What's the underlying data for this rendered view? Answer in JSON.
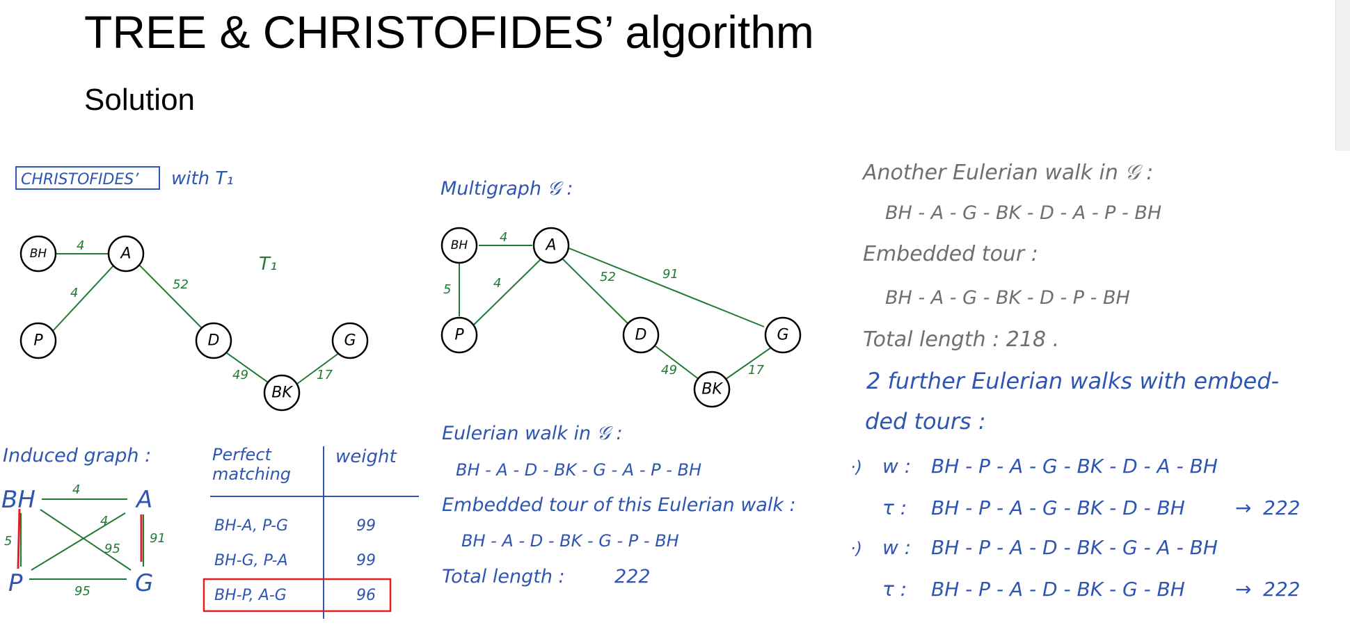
{
  "slide": {
    "title": "TREE & CHRISTOFIDES’ algorithm",
    "subtitle": "Solution"
  },
  "colors": {
    "blue": "#2f55b3",
    "green": "#1f7a32",
    "red": "#e02020",
    "gray": "#6f6f6f"
  },
  "left": {
    "boxed_label": "CHRISTOFIDES’",
    "heading_rest": "with T₁",
    "tree_label": "T₁",
    "tree": {
      "nodes": [
        "BH",
        "A",
        "P",
        "D",
        "G",
        "BK"
      ],
      "edges": [
        {
          "from": "BH",
          "to": "A",
          "weight": "4"
        },
        {
          "from": "A",
          "to": "P",
          "weight": "4"
        },
        {
          "from": "A",
          "to": "D",
          "weight": "52"
        },
        {
          "from": "D",
          "to": "BK",
          "weight": "49"
        },
        {
          "from": "BK",
          "to": "G",
          "weight": "17"
        }
      ]
    },
    "induced": {
      "heading": "Induced graph :",
      "nodes": [
        "BH",
        "A",
        "P",
        "G"
      ],
      "weights": {
        "bh_a": "4",
        "bh_p": "5",
        "a_g": "91",
        "p_g": "95",
        "bh_g": "95",
        "a_p": "4"
      }
    },
    "matching_table": {
      "headers": [
        "Perfect matching",
        "weight"
      ],
      "rows": [
        {
          "matching": "BH-A, P-G",
          "weight": "99"
        },
        {
          "matching": "BH-G, P-A",
          "weight": "99"
        },
        {
          "matching": "BH-P, A-G",
          "weight": "96"
        }
      ]
    }
  },
  "middle": {
    "heading": "Multigraph 𝒢 :",
    "multigraph": {
      "weights": {
        "bh_a": "4",
        "bh_p": "5",
        "a_p": "4",
        "a_d": "52",
        "a_g": "91",
        "d_bk": "49",
        "bk_g": "17"
      }
    },
    "walk_heading": "Eulerian walk in 𝒢 :",
    "walk": "BH - A - D - BK - G - A - P - BH",
    "tour_heading": "Embedded tour of this Eulerian walk :",
    "tour": "BH - A - D - BK - G - P - BH",
    "total_label": "Total length :",
    "total_value": "222"
  },
  "right": {
    "another_heading": "Another Eulerian walk in 𝒢 :",
    "another_walk": "BH - A - G - BK - D - A - P - BH",
    "embedded_heading": "Embedded tour :",
    "embedded_tour": "BH - A - G - BK - D - P - BH",
    "total_line": "Total length : 218 .",
    "further_line1": "2 further Eulerian walks with embed-",
    "further_line2": "ded tours :",
    "items": [
      {
        "bullet": "·)",
        "w_label": "w :",
        "w": "BH - P - A - G - BK - D - A - BH",
        "t_label": "τ :",
        "t": "BH - P - A - G - BK - D - BH",
        "arrow": "→",
        "result": "222"
      },
      {
        "bullet": "·)",
        "w_label": "w :",
        "w": "BH - P - A - D - BK - G - A - BH",
        "t_label": "τ :",
        "t": "BH - P - A - D - BK - G - BH",
        "arrow": "→",
        "result": "222"
      }
    ]
  }
}
